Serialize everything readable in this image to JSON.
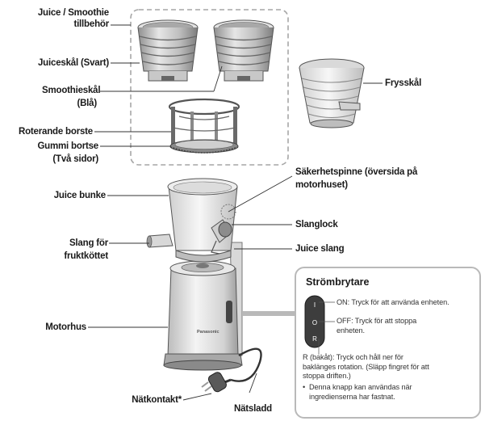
{
  "labels": {
    "accessories": "Juice / Smoothie tillbehör",
    "juice_bowl": "Juiceskål (Svart)",
    "smoothie_bowl": "Smoothieskål (Blå)",
    "frozen_bowl": "Frysskål",
    "rotating_brush": "Roterande borste",
    "rubber_brush": "Gummi bortse (Två sidor)",
    "safety_pin": "Säkerhetspinne (översida på motorhuset)",
    "juice_case": "Juice bunke",
    "hose_cap": "Slanglock",
    "pulp_hose": "Slang för fruktköttet",
    "juice_hose": "Juice slang",
    "motor_housing": "Motorhus",
    "plug": "Nätkontakt*",
    "cord": "Nätsladd"
  },
  "switch_panel": {
    "title": "Strömbrytare",
    "switch_on_mark": "I",
    "switch_off_mark": "O",
    "switch_r_mark": "R",
    "on_text": "ON: Tryck för att använda enheten.",
    "off_text": "OFF: Tryck för att stoppa enheten.",
    "r_text": "R (bakåt): Tryck och håll ner för baklänges rotation. (Släpp fingret för att stoppa driften.)",
    "note": "Denna knapp kan användas när ingredienserna har fastnat."
  },
  "device_brand": "Panasonic"
}
